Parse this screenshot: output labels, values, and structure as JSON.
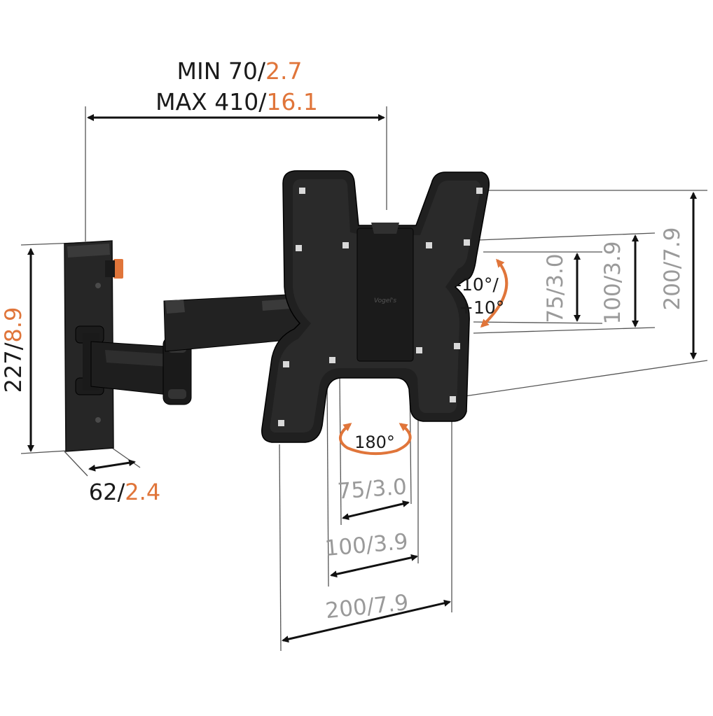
{
  "colors": {
    "primary_text": "#1a1a1a",
    "imperial_accent": "#e0753a",
    "vesa_text": "#9a9a9a",
    "mount_body": "#222222",
    "dimension_line": "#111111"
  },
  "depth": {
    "min_label": "MIN 70/",
    "min_inch": "2.7",
    "max_label": "MAX 410/",
    "max_inch": "16.1"
  },
  "wall_plate_height": {
    "mm": "227/",
    "inch": "8.9"
  },
  "wall_plate_width": {
    "mm": "62/",
    "inch": "2.4"
  },
  "tilt": {
    "line1": "-10°/",
    "line2": "+10°"
  },
  "swivel": {
    "label": "180°"
  },
  "vesa_horizontal": [
    "75/3.0",
    "100/3.9",
    "200/7.9"
  ],
  "vesa_vertical": [
    "75/3.0",
    "100/3.9",
    "200/7.9"
  ],
  "brand": "Vogel's"
}
